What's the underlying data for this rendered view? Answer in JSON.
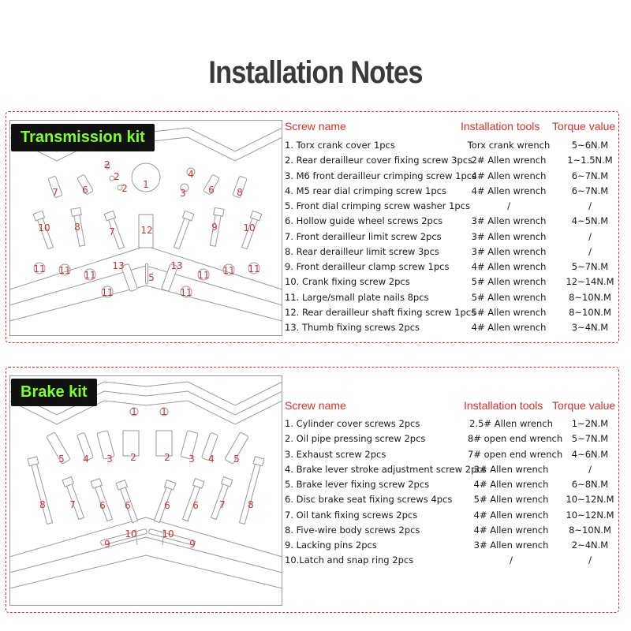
{
  "page_title": "Installation Notes",
  "transmission": {
    "kit_label": "Transmission kit",
    "headers": {
      "name": "Screw name",
      "tools": "Installation tools",
      "torque": "Torque value"
    },
    "rows": [
      {
        "name": "1. Torx crank cover 1pcs",
        "tool": "Torx crank wrench",
        "torque": "5~6N.M"
      },
      {
        "name": "2. Rear derailleur cover fixing screw 3pcs",
        "tool": "2# Allen wrench",
        "torque": "1~1.5N.M"
      },
      {
        "name": "3. M6 front derailleur crimping screw 1pcs",
        "tool": "4# Allen wrench",
        "torque": "6~7N.M"
      },
      {
        "name": "4. M5 rear dial crimping screw 1pcs",
        "tool": "4# Allen wrench",
        "torque": "6~7N.M"
      },
      {
        "name": "5. Front dial crimping screw washer 1pcs",
        "tool": "/",
        "torque": "/"
      },
      {
        "name": "6. Hollow guide wheel screws 2pcs",
        "tool": "3# Allen wrench",
        "torque": "4~5N.M"
      },
      {
        "name": "7. Front derailleur limit screw 2pcs",
        "tool": "3# Allen wrench",
        "torque": "/"
      },
      {
        "name": "8. Rear derailleur limit screw 3pcs",
        "tool": "3# Allen wrench",
        "torque": "/"
      },
      {
        "name": "9. Front derailleur clamp screw 1pcs",
        "tool": "4# Allen wrench",
        "torque": "5~7N.M"
      },
      {
        "name": "10. Crank fixing screw 2pcs",
        "tool": "5# Allen wrench",
        "torque": "12~14N.M"
      },
      {
        "name": "11. Large/small plate nails 8pcs",
        "tool": "5# Allen wrench",
        "torque": "8~10N.M"
      },
      {
        "name": "12. Rear derailleur shaft fixing screw 1pcs",
        "tool": "5# Allen wrench",
        "torque": "8~10N.M"
      },
      {
        "name": "13. Thumb fixing screws 2pcs",
        "tool": "4# Allen wrench",
        "torque": "3~4N.M"
      }
    ],
    "callouts": [
      "1",
      "2",
      "2",
      "2",
      "3",
      "4",
      "5",
      "6",
      "6",
      "7",
      "7",
      "8",
      "8",
      "9",
      "10",
      "10",
      "11",
      "11",
      "11",
      "11",
      "11",
      "11",
      "11",
      "11",
      "12",
      "13",
      "13"
    ]
  },
  "brake": {
    "kit_label": "Brake kit",
    "headers": {
      "name": "Screw name",
      "tools": "Installation tools",
      "torque": "Torque value"
    },
    "rows": [
      {
        "name": "1. Cylinder cover screws 2pcs",
        "tool": "2.5# Allen wrench",
        "torque": "1~2N.M"
      },
      {
        "name": "2. Oil pipe pressing screw 2pcs",
        "tool": "8# open end wrench",
        "torque": "5~7N.M"
      },
      {
        "name": "3. Exhaust screw 2pcs",
        "tool": "7# open end wrench",
        "torque": "4~6N.M"
      },
      {
        "name": "4. Brake lever stroke adjustment screw 2pcs",
        "tool": "3# Allen wrench",
        "torque": "/"
      },
      {
        "name": "5. Brake lever fixing screw 2pcs",
        "tool": "4# Allen wrench",
        "torque": "6~8N.M"
      },
      {
        "name": "6. Disc brake seat fixing screws 4pcs",
        "tool": "5# Allen wrench",
        "torque": "10~12N.M"
      },
      {
        "name": "7. Oil tank fixing screws 2pcs",
        "tool": "4# Allen wrench",
        "torque": "10~12N.M"
      },
      {
        "name": "8. Five-wire body screws 2pcs",
        "tool": "4# Allen wrench",
        "torque": "8~10N.M"
      },
      {
        "name": "9. Lacking pins 2pcs",
        "tool": "3# Allen wrench",
        "torque": "2~4N.M"
      },
      {
        "name": "10.Latch and snap ring 2pcs",
        "tool": "/",
        "torque": "/"
      }
    ],
    "callouts": [
      "1",
      "1",
      "2",
      "2",
      "3",
      "3",
      "4",
      "4",
      "5",
      "5",
      "6",
      "6",
      "6",
      "6",
      "7",
      "7",
      "8",
      "8",
      "9",
      "9",
      "10",
      "10"
    ]
  },
  "colors": {
    "accent_red": "#d9302a",
    "label_green": "#7dff2a",
    "label_bg": "#111111",
    "title_gray": "#3a3a3a",
    "line_gray": "#9a9a9a"
  }
}
